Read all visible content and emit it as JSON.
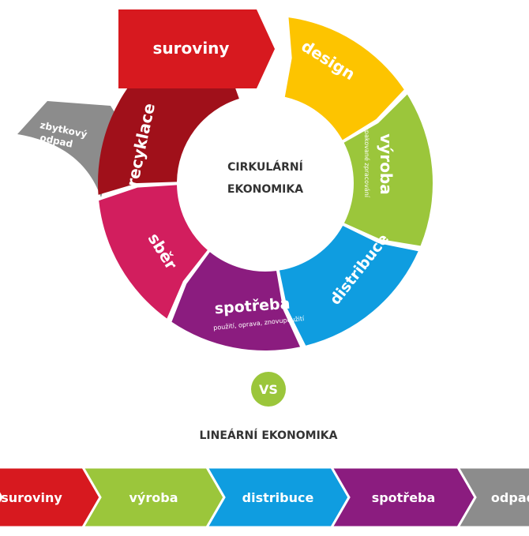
{
  "circular": {
    "title_line1": "CIRKULÁRNÍ",
    "title_line2": "EKONOMIKA",
    "segments": [
      {
        "label": "suroviny",
        "color": "#d7191f"
      },
      {
        "label": "design",
        "color": "#fdc400"
      },
      {
        "label": "výroba",
        "sub": "opakované zpracování",
        "color": "#9bc63b"
      },
      {
        "label": "distribuce",
        "color": "#0f9de0"
      },
      {
        "label": "spotřeba",
        "sub": "použití, oprava, znovupoužití",
        "color": "#8b1c7f"
      },
      {
        "label": "sběr",
        "color": "#d21e5e"
      },
      {
        "label": "recyklace",
        "color": "#a0101a"
      }
    ],
    "waste": {
      "line1": "zbytkový",
      "line2": "odpad",
      "color": "#8c8c8c"
    }
  },
  "vs": {
    "label": "VS",
    "color": "#9bc63b"
  },
  "linear": {
    "title": "LINEÁRNÍ EKONOMIKA",
    "steps": [
      {
        "label": "suroviny",
        "color": "#d7191f"
      },
      {
        "label": "výroba",
        "color": "#9bc63b"
      },
      {
        "label": "distribuce",
        "color": "#0f9de0"
      },
      {
        "label": "spotřeba",
        "color": "#8b1c7f"
      },
      {
        "label": "odpad",
        "color": "#8c8c8c"
      }
    ]
  }
}
